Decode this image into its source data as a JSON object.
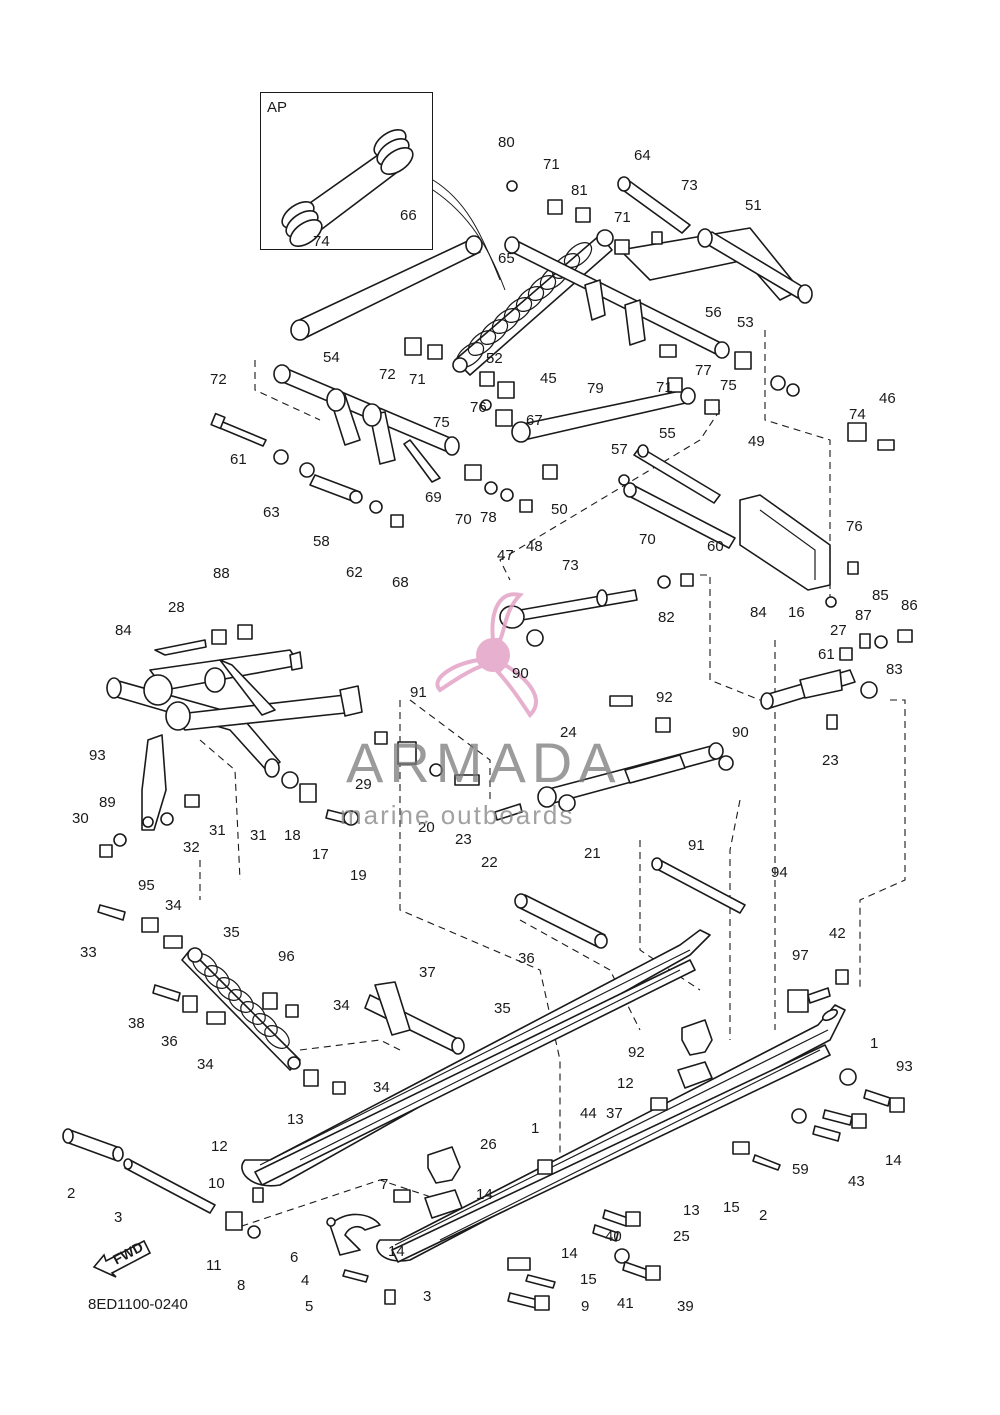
{
  "inset": {
    "label": "AP"
  },
  "watermark": {
    "brand": "ARMADA",
    "tagline": "marine outboards",
    "logo_color": "#e3a3c6"
  },
  "fwd_label": "FWD",
  "diagram_code": "8ED1100-0240",
  "callouts": [
    "80",
    "71",
    "81",
    "64",
    "73",
    "71",
    "51",
    "66",
    "65",
    "74",
    "72",
    "71",
    "52",
    "56",
    "53",
    "54",
    "45",
    "71",
    "72",
    "77",
    "75",
    "76",
    "67",
    "79",
    "75",
    "74",
    "46",
    "57",
    "55",
    "61",
    "63",
    "69",
    "70",
    "78",
    "47",
    "48",
    "50",
    "49",
    "76",
    "58",
    "62",
    "68",
    "70",
    "73",
    "60",
    "82",
    "84",
    "85",
    "87",
    "86",
    "88",
    "28",
    "27",
    "84",
    "16",
    "61",
    "83",
    "90",
    "91",
    "24",
    "92",
    "90",
    "93",
    "29",
    "23",
    "89",
    "31",
    "30",
    "32",
    "31",
    "18",
    "17",
    "19",
    "20",
    "23",
    "22",
    "21",
    "91",
    "94",
    "95",
    "34",
    "35",
    "33",
    "36",
    "42",
    "97",
    "96",
    "34",
    "37",
    "38",
    "36",
    "34",
    "35",
    "1",
    "93",
    "92",
    "12",
    "13",
    "34",
    "37",
    "14",
    "59",
    "43",
    "44",
    "1",
    "26",
    "12",
    "2",
    "10",
    "3",
    "7",
    "14",
    "13",
    "2",
    "15",
    "14",
    "6",
    "11",
    "8",
    "4",
    "25",
    "40",
    "14",
    "5",
    "15",
    "3",
    "9",
    "41",
    "39"
  ]
}
